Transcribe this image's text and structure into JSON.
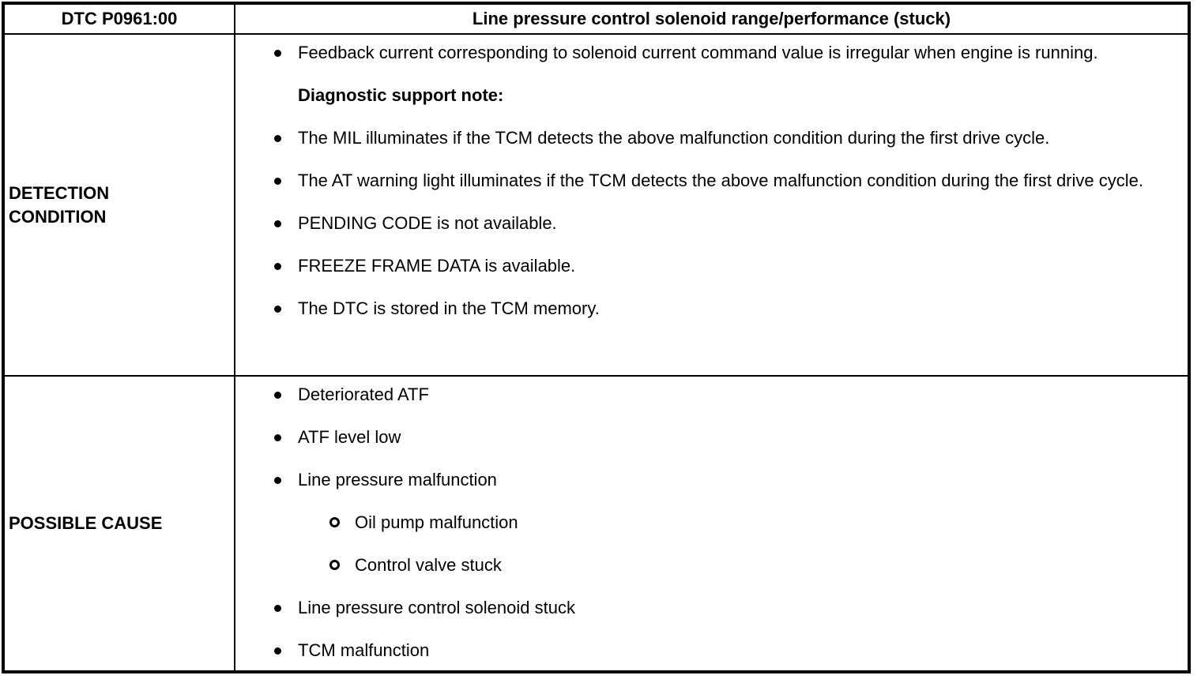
{
  "colors": {
    "border": "#000000",
    "text": "#000000",
    "background": "#ffffff"
  },
  "table": {
    "header": {
      "code": "DTC P0961:00",
      "title": "Line pressure control solenoid range/performance (stuck)"
    },
    "sections": [
      {
        "label": "DETECTION\nCONDITION",
        "items": [
          {
            "type": "bullet",
            "text": "Feedback current corresponding to solenoid current command value is irregular when engine is running."
          },
          {
            "type": "note",
            "text": "Diagnostic support note:"
          },
          {
            "type": "bullet",
            "text": "The MIL illuminates if the TCM detects the above malfunction condition during the first drive cycle."
          },
          {
            "type": "bullet",
            "text": "The AT warning light illuminates if the TCM detects the above malfunction condition during the first drive cycle."
          },
          {
            "type": "bullet",
            "text": "PENDING CODE is not available."
          },
          {
            "type": "bullet",
            "text": "FREEZE FRAME DATA is available."
          },
          {
            "type": "bullet",
            "text": "The DTC is stored in the TCM memory."
          }
        ]
      },
      {
        "label": "POSSIBLE CAUSE",
        "items": [
          {
            "type": "bullet",
            "text": "Deteriorated ATF"
          },
          {
            "type": "bullet",
            "text": "ATF level low"
          },
          {
            "type": "bullet",
            "text": "Line pressure malfunction"
          },
          {
            "type": "sub",
            "text": "Oil pump malfunction"
          },
          {
            "type": "sub",
            "text": "Control valve stuck"
          },
          {
            "type": "bullet",
            "text": "Line pressure control solenoid stuck"
          },
          {
            "type": "bullet",
            "text": "TCM malfunction"
          }
        ]
      }
    ]
  }
}
